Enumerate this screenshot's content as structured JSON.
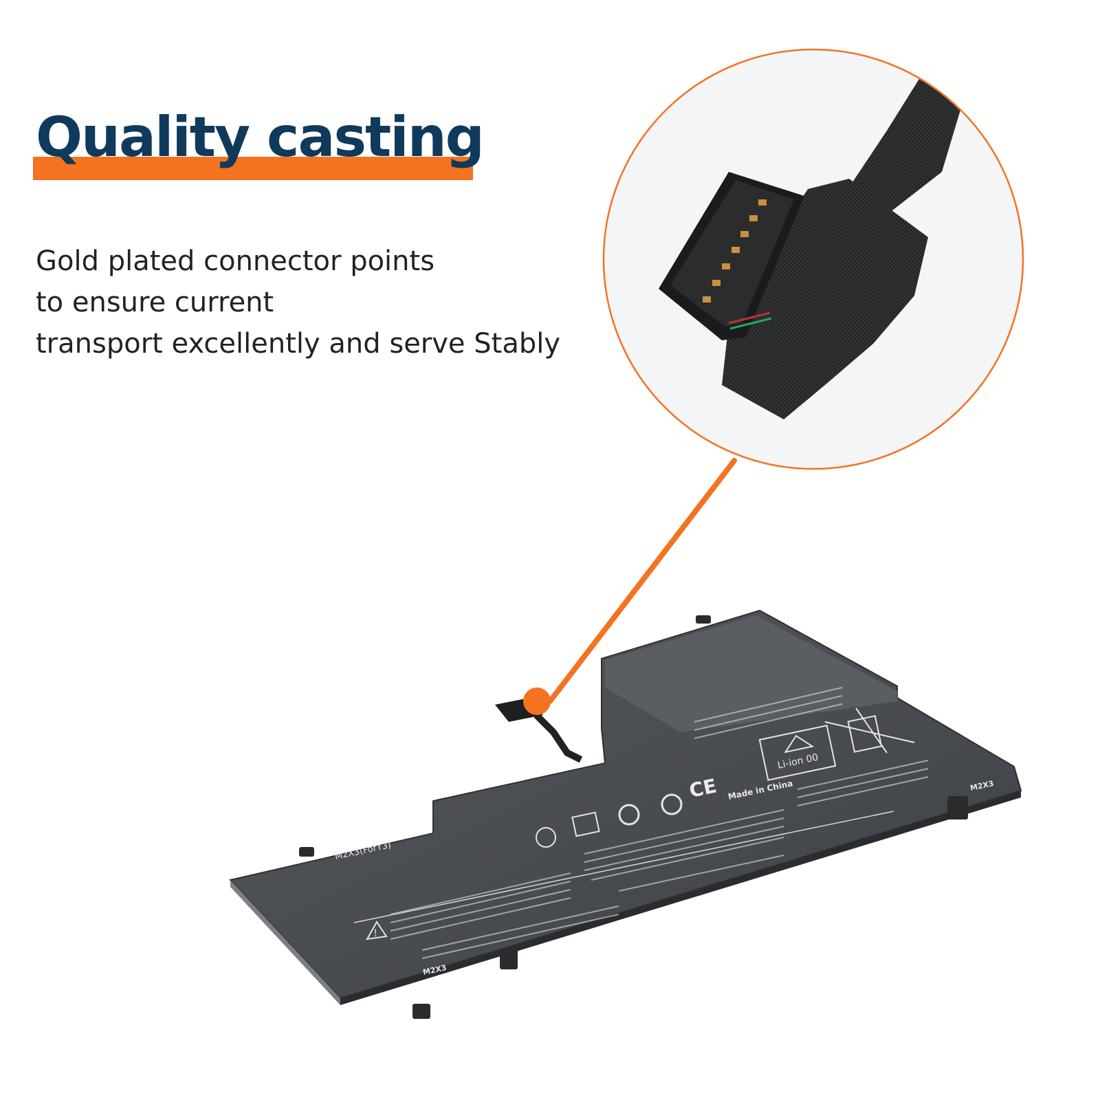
{
  "headline": {
    "title": "Quality casting"
  },
  "description": {
    "lines": [
      "Gold plated connector points",
      "to ensure current",
      "transport excellently and serve Stably"
    ]
  },
  "battery": {
    "model_label": "M2X3(ForY3)",
    "model_short": "M2X3",
    "made_in": "Made in China",
    "recycle_label": "Li-ion 00",
    "ce_mark": "CE"
  },
  "colors": {
    "accent": "#f37321",
    "title": "#0f3a5c",
    "battery_body": "#4a4d52",
    "battery_edge": "#3a3c40"
  },
  "icons": {
    "callout": "connector-zoom-callout",
    "warning": "warning-triangle-icon",
    "recycle": "recycle-icon",
    "weee": "crossed-bin-icon"
  }
}
